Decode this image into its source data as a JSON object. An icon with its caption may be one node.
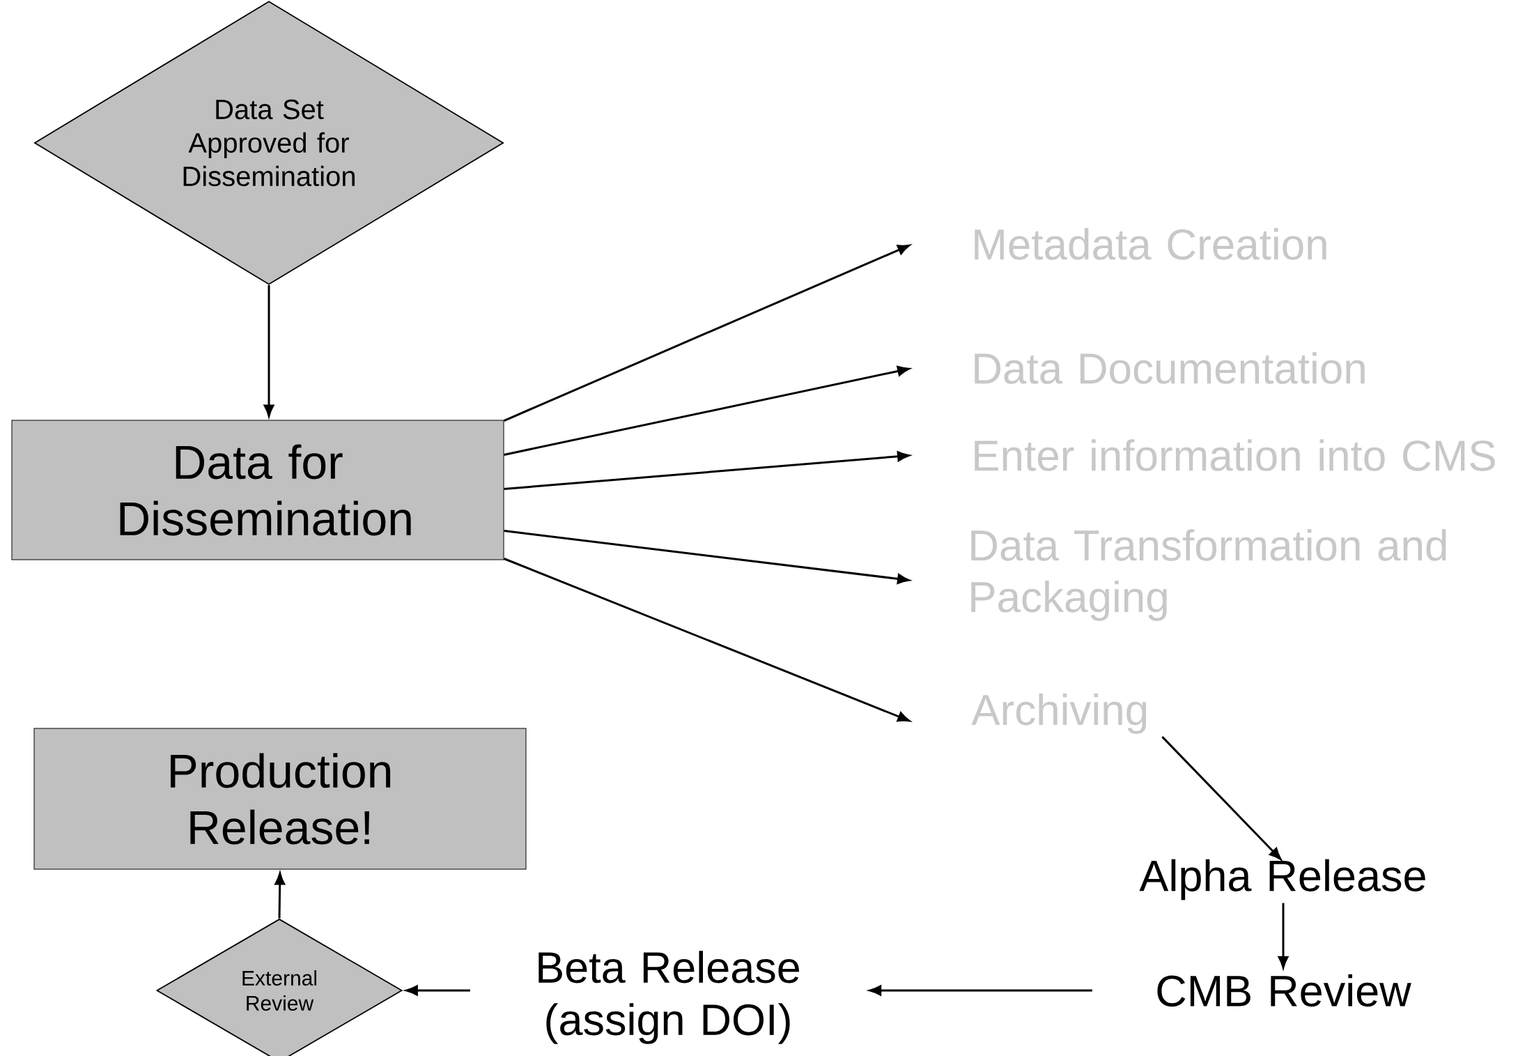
{
  "diagram": {
    "nodes": [
      {
        "text": [
          "Data Set Approved for Dissemination"
        ]
      },
      {
        "text": [
          "Data for Dissemination"
        ]
      },
      {
        "text": [
          "Metadata Creation"
        ]
      },
      {
        "text": [
          "Data Documentation"
        ]
      },
      {
        "text": [
          "Enter information into CMS"
        ]
      },
      {
        "text": [
          "Data Transformation and Packaging"
        ]
      },
      {
        "text": [
          "Archiving"
        ]
      },
      {
        "text": [
          "Alpha Release"
        ]
      },
      {
        "text": [
          "CMB Review"
        ]
      },
      {
        "text": [
          "Beta Release (assign DOI)"
        ]
      },
      {
        "text": [
          "External Review"
        ]
      },
      {
        "text": [
          "Production Release!"
        ]
      }
    ],
    "edges": [
      {
        "from": 0,
        "to": 1,
        "arrow": "to"
      },
      {
        "from": 1,
        "to": 2,
        "arrow": "to"
      },
      {
        "from": 1,
        "to": 3,
        "arrow": "to"
      },
      {
        "from": 1,
        "to": 4,
        "arrow": "to"
      },
      {
        "from": 1,
        "to": 5,
        "arrow": "to"
      },
      {
        "from": 1,
        "to": 6,
        "arrow": "to"
      },
      {
        "from": 6,
        "to": 7,
        "arrow": "to"
      },
      {
        "from": 7,
        "to": 8,
        "arrow": "to"
      },
      {
        "from": 8,
        "to": 9,
        "arrow": "to"
      },
      {
        "from": 9,
        "to": 10,
        "arrow": "to"
      },
      {
        "from": 10,
        "to": 11,
        "arrow": "to"
      }
    ]
  }
}
